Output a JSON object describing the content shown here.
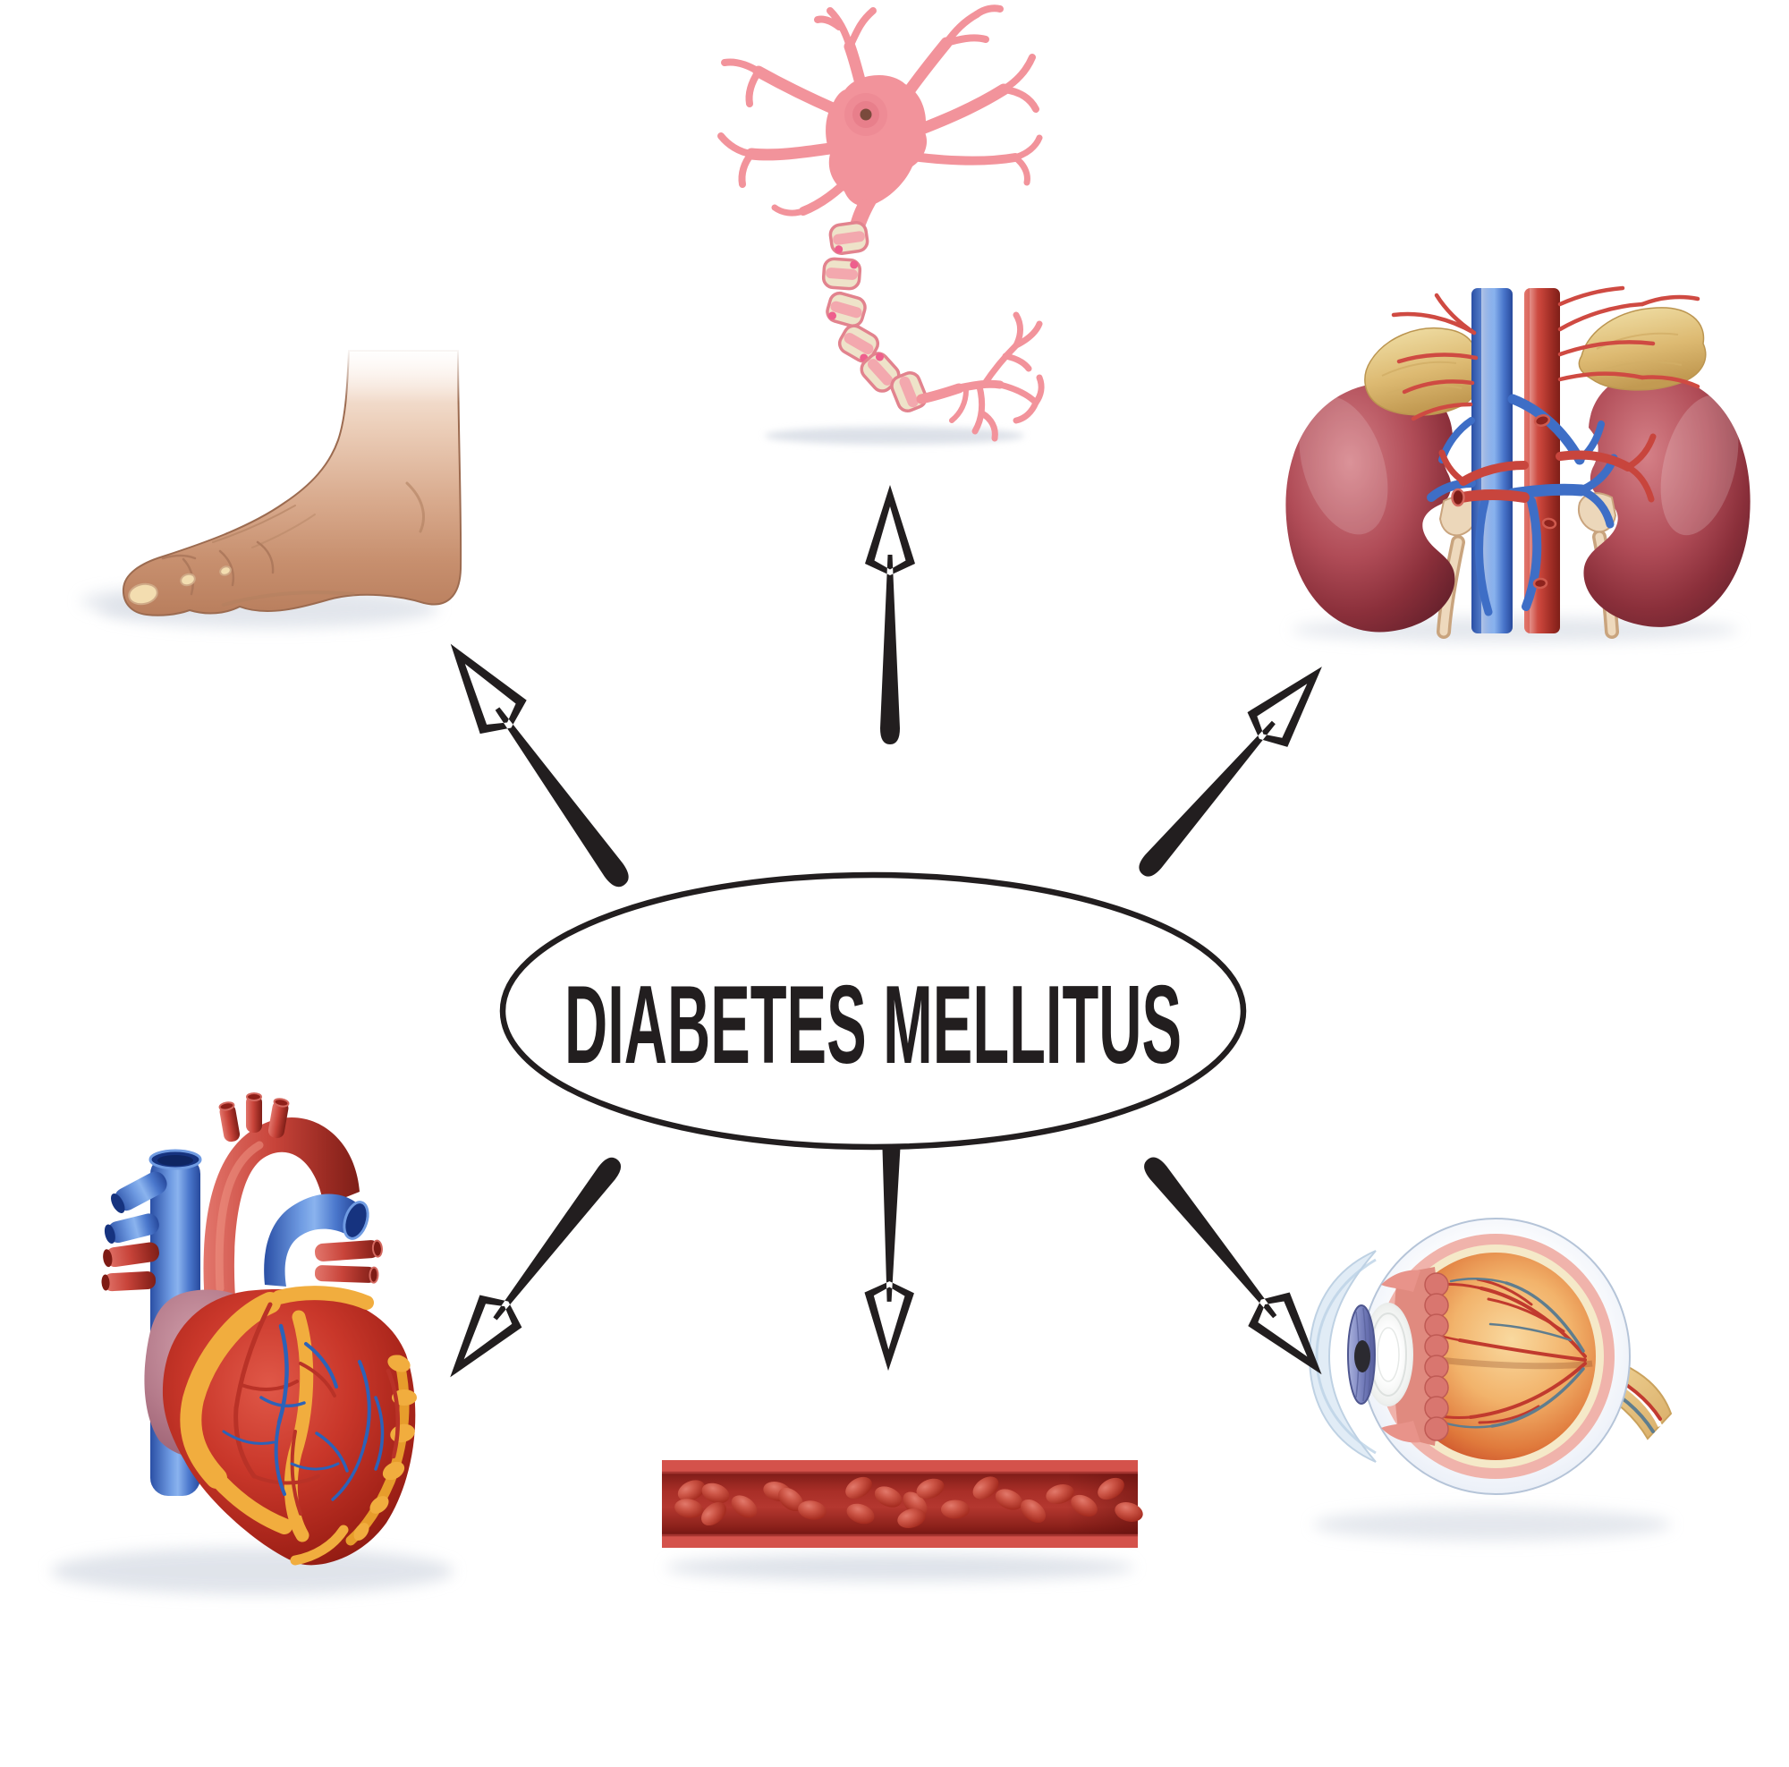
{
  "center": {
    "label": "DIABETES MELLITUS"
  },
  "nodes": [
    {
      "id": "foot",
      "icon": "foot-illustration",
      "position": "top-left"
    },
    {
      "id": "nerve",
      "icon": "neuron-illustration",
      "position": "top-center"
    },
    {
      "id": "kidneys",
      "icon": "kidneys-illustration",
      "position": "top-right"
    },
    {
      "id": "heart",
      "icon": "heart-illustration",
      "position": "bottom-left"
    },
    {
      "id": "blood-vessel",
      "icon": "blood-vessel-illustration",
      "position": "bottom-center"
    },
    {
      "id": "eye",
      "icon": "eye-illustration",
      "position": "bottom-right"
    }
  ],
  "arrows": [
    {
      "from": "center",
      "to": "foot"
    },
    {
      "from": "center",
      "to": "nerve"
    },
    {
      "from": "center",
      "to": "kidneys"
    },
    {
      "from": "center",
      "to": "heart"
    },
    {
      "from": "center",
      "to": "blood-vessel"
    },
    {
      "from": "center",
      "to": "eye"
    }
  ],
  "colors": {
    "background": "#ffffff",
    "arrow": "#221e1f",
    "outline": "#221e1f",
    "skin": "#d9ab8e",
    "toenail": "#f3ddb0",
    "neuron_pink": "#f2939b",
    "myelin_cream": "#eee3c9",
    "nucleus_brown": "#7a4a3c",
    "kidney_maroon": "#8a2f3a",
    "adrenal_yellow": "#ddba72",
    "vein_blue": "#3e6ec6",
    "artery_red": "#c23f37",
    "heart_red": "#c9372a",
    "fat_yellow": "#f0ab3b",
    "atrium_mauve": "#b47a8a",
    "vessel_wall_red": "#d4524b",
    "blood_interior": "#8c201c",
    "rbc_red": "#cc5546",
    "sclera_blue": "#e9eef7",
    "retina_orange": "#f2b36b",
    "iris_violet": "#7079b8",
    "optic_nerve_yellow": "#e5c083",
    "shadow": "#d9dee6"
  }
}
